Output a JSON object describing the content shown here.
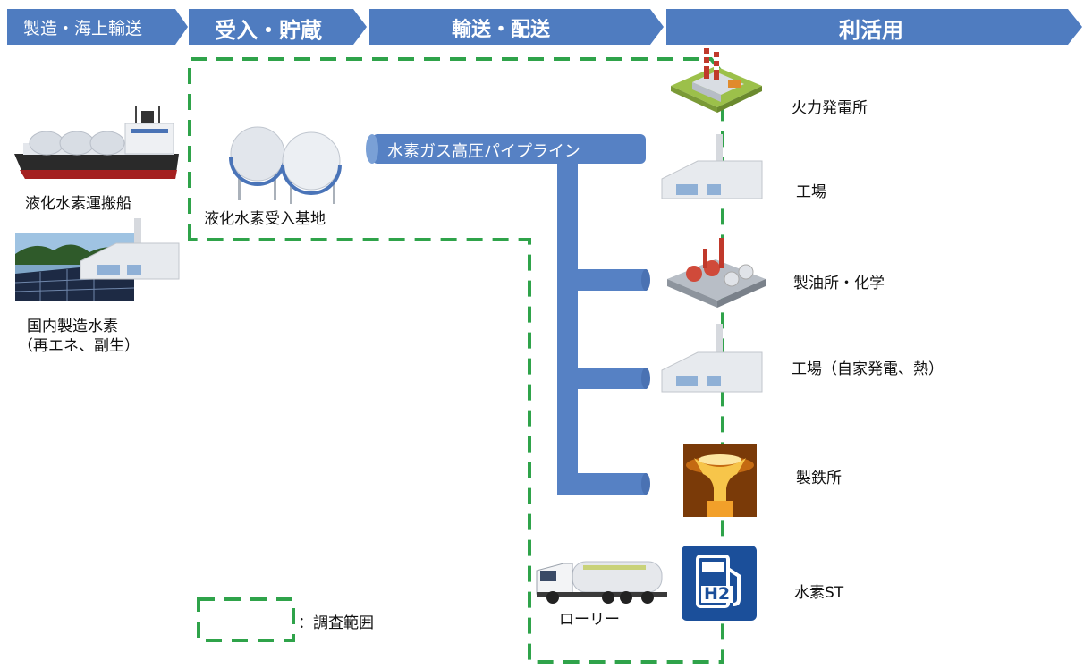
{
  "stages": [
    "製造・海上輸送",
    "受入・貯蔵",
    "輸送・配送",
    "利活用"
  ],
  "source": {
    "ship_label": "液化水素運搬船",
    "domestic_label_line1": "国内製造水素",
    "domestic_label_line2": "（再エネ、副生）"
  },
  "storage": {
    "label": "液化水素受入基地"
  },
  "pipeline": {
    "label": "水素ガス高圧パイプライン"
  },
  "lorry": {
    "label": "ローリー"
  },
  "uses": [
    {
      "label": "火力発電所",
      "icon": "power-plant-icon"
    },
    {
      "label": "工場",
      "icon": "factory-icon"
    },
    {
      "label": "製油所・化学",
      "icon": "refinery-icon"
    },
    {
      "label": "工場（自家発電、熱）",
      "icon": "factory-icon"
    },
    {
      "label": "製鉄所",
      "icon": "steel-mill-icon"
    },
    {
      "label": "水素ST",
      "icon": "hydrogen-station-icon"
    }
  ],
  "h2_sign_text": "H2",
  "legend": {
    "label": "：調査範囲"
  },
  "colors": {
    "stage_blue": "#4f7cc0",
    "pipe_blue": "#5681c4",
    "dash_green": "#2fa34a"
  }
}
